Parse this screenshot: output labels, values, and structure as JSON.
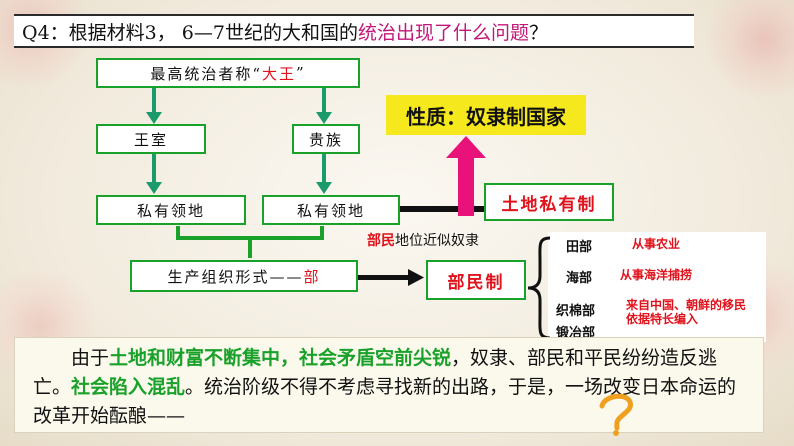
{
  "question": {
    "prefix": "Q4：根据材料3， 6—7世纪的大和国的",
    "highlight": "统治出现了什么问题",
    "suffix": "？"
  },
  "diagram": {
    "top_prefix": "最高统治者称“",
    "top_red": "大王",
    "top_suffix": "”",
    "royal": "王室",
    "noble": "贵族",
    "estate_left": "私有领地",
    "estate_right": "私有领地",
    "production_prefix": "生产组织形式——",
    "production_red": "部",
    "nature": "性质：奴隶制国家",
    "land": "土地私有制",
    "bumin_red": "部民",
    "bumin_rest": "地位近似奴隶",
    "bumin_system": "部民制"
  },
  "categories": [
    {
      "name": "田部",
      "desc": "从事农业"
    },
    {
      "name": "海部",
      "desc": "从事海洋捕捞"
    },
    {
      "name": "织棉部",
      "desc": "来自中国、朝鲜的移民依据特长编入"
    },
    {
      "name": "锻冶部",
      "desc": ""
    }
  ],
  "paragraph": {
    "p1": "由于",
    "g1": "土地和财富不断集中，社会矛盾空前尖锐",
    "p2": "，奴隶、部民和平民纷纷造反逃亡。",
    "g2": "社会陷入混乱",
    "p3": "。统治阶级不得不考虑寻找新的出路，于是，一场改变日本命运的改革开始酝酿——"
  },
  "colors": {
    "green": "#1aa12a",
    "red": "#e0121b",
    "pink": "#e8127a",
    "yellow": "#f5e81c"
  }
}
